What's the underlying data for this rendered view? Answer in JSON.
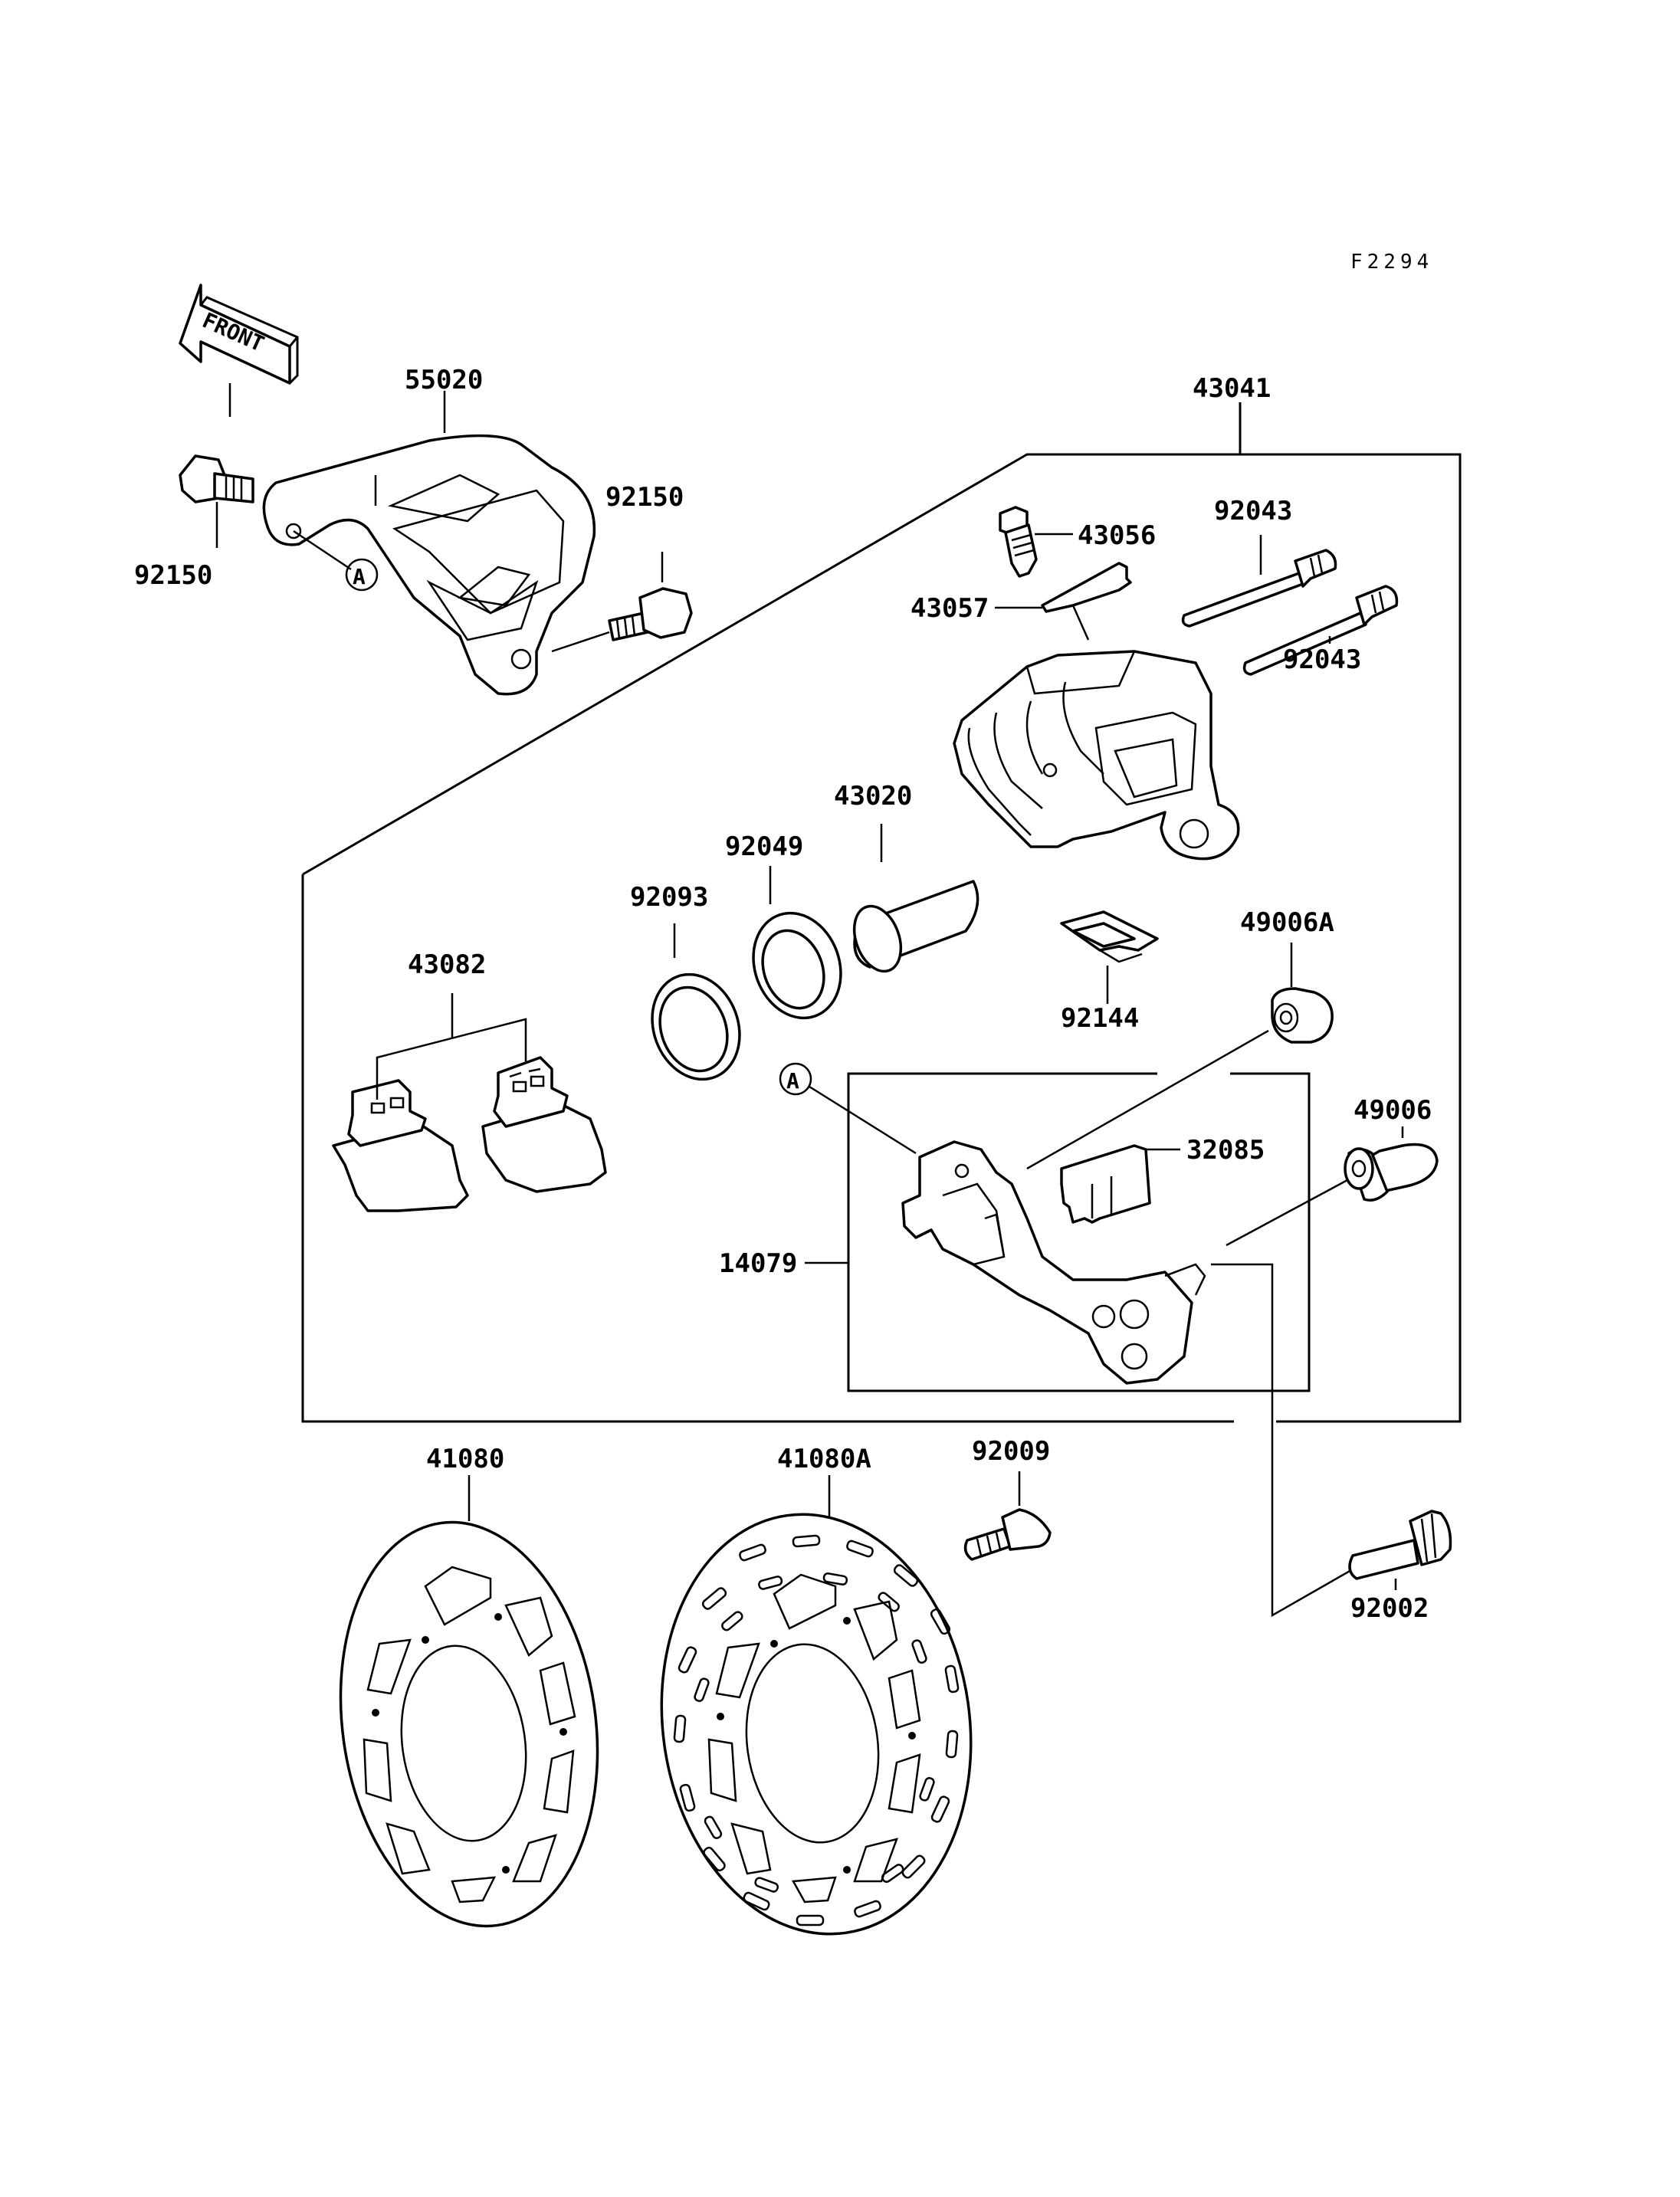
{
  "diagram_code": "F2294",
  "front_arrow_text": "FRONT",
  "reference_marker": "A",
  "parts": [
    {
      "id": "p55020",
      "number": "55020"
    },
    {
      "id": "p92150a",
      "number": "92150"
    },
    {
      "id": "p92150b",
      "number": "92150"
    },
    {
      "id": "p43041",
      "number": "43041"
    },
    {
      "id": "p43056",
      "number": "43056"
    },
    {
      "id": "p43057",
      "number": "43057"
    },
    {
      "id": "p92043a",
      "number": "92043"
    },
    {
      "id": "p92043b",
      "number": "92043"
    },
    {
      "id": "p43020",
      "number": "43020"
    },
    {
      "id": "p92049",
      "number": "92049"
    },
    {
      "id": "p92093",
      "number": "92093"
    },
    {
      "id": "p43082",
      "number": "43082"
    },
    {
      "id": "p49006A",
      "number": "49006A"
    },
    {
      "id": "p92144",
      "number": "92144"
    },
    {
      "id": "p49006",
      "number": "49006"
    },
    {
      "id": "p32085",
      "number": "32085"
    },
    {
      "id": "p14079",
      "number": "14079"
    },
    {
      "id": "p41080",
      "number": "41080"
    },
    {
      "id": "p41080A",
      "number": "41080A"
    },
    {
      "id": "p92009",
      "number": "92009"
    },
    {
      "id": "p92002",
      "number": "92002"
    }
  ]
}
